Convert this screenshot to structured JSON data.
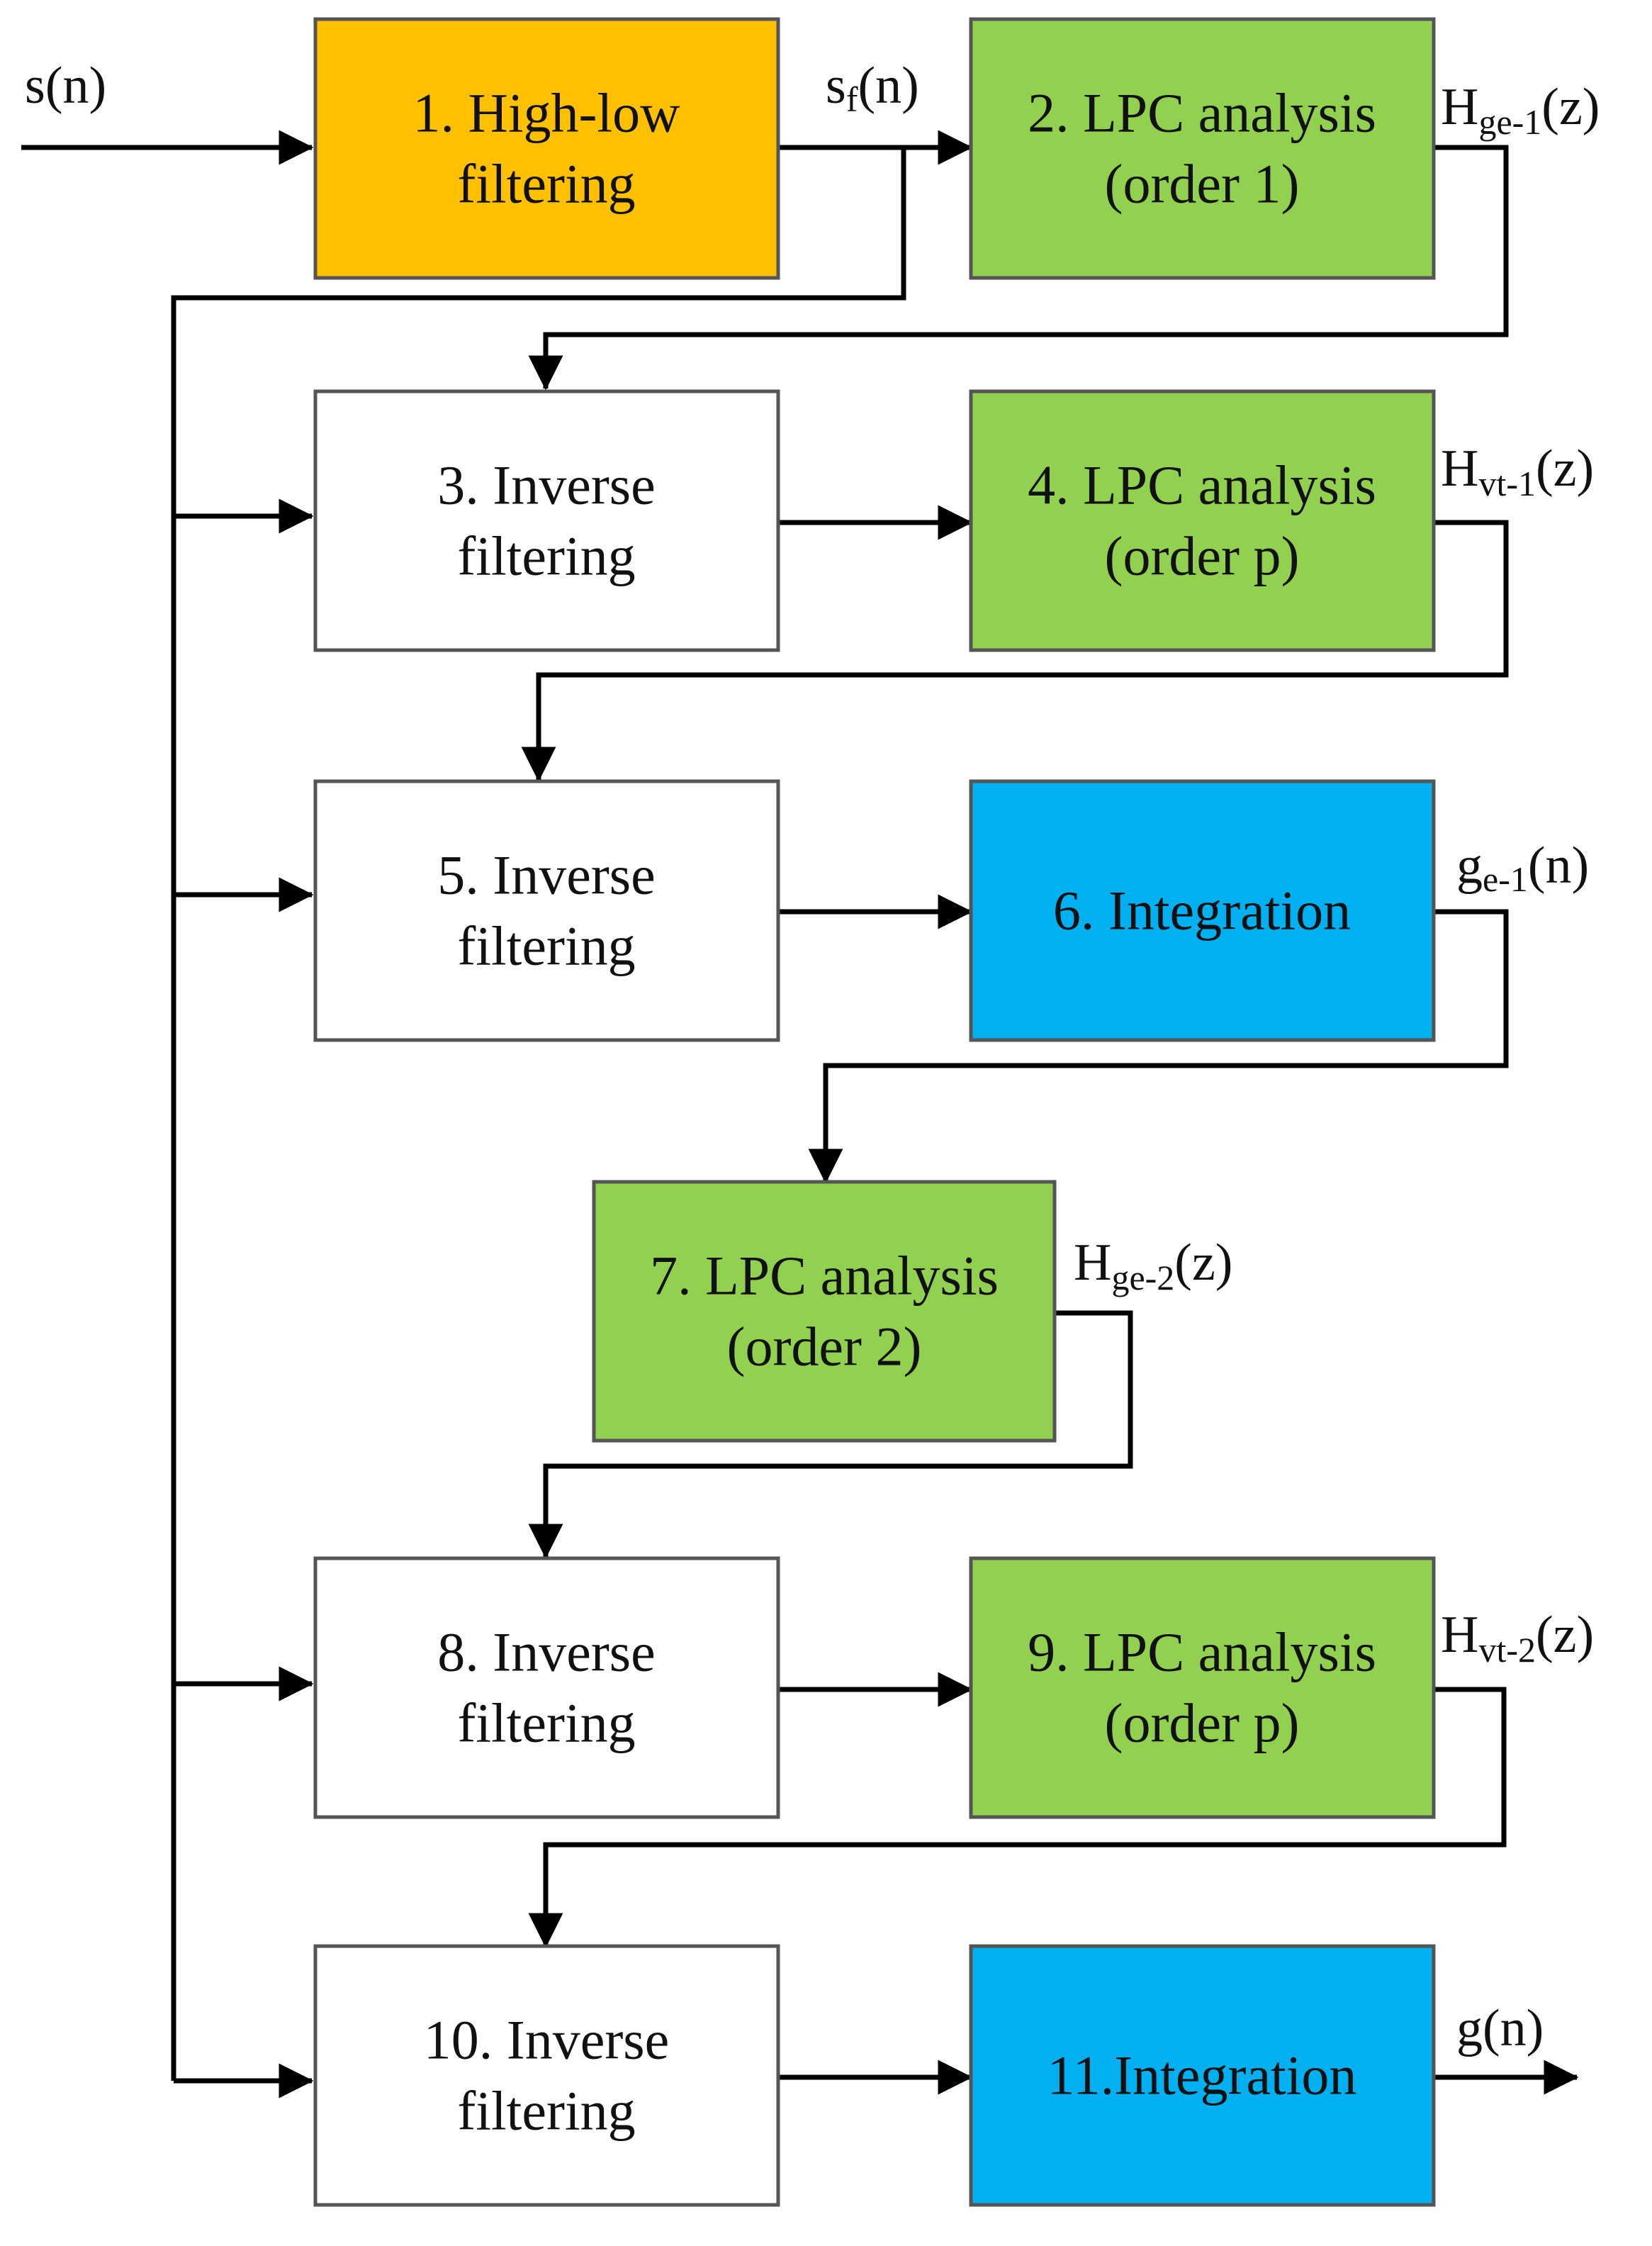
{
  "colors": {
    "orange": "#FFC000",
    "green": "#92D050",
    "blue": "#00B0F0",
    "white": "#FFFFFF",
    "line": "#000000"
  },
  "blocks": [
    {
      "id": "b1",
      "lines": [
        "1. High-low",
        "filtering"
      ],
      "fill": "orange"
    },
    {
      "id": "b2",
      "lines": [
        "2. LPC analysis",
        "(order 1)"
      ],
      "fill": "green"
    },
    {
      "id": "b3",
      "lines": [
        "3. Inverse",
        "filtering"
      ],
      "fill": "white"
    },
    {
      "id": "b4",
      "lines": [
        "4. LPC analysis",
        "(order p)"
      ],
      "fill": "green"
    },
    {
      "id": "b5",
      "lines": [
        "5. Inverse",
        "filtering"
      ],
      "fill": "white"
    },
    {
      "id": "b6",
      "lines": [
        "6. Integration"
      ],
      "fill": "blue"
    },
    {
      "id": "b7",
      "lines": [
        "7. LPC analysis",
        "(order 2)"
      ],
      "fill": "green"
    },
    {
      "id": "b8",
      "lines": [
        "8. Inverse",
        "filtering"
      ],
      "fill": "white"
    },
    {
      "id": "b9",
      "lines": [
        "9. LPC analysis",
        "(order p)"
      ],
      "fill": "green"
    },
    {
      "id": "b10",
      "lines": [
        "10. Inverse",
        "filtering"
      ],
      "fill": "white"
    },
    {
      "id": "b11",
      "lines": [
        "11.Integration"
      ],
      "fill": "blue"
    }
  ],
  "signals": {
    "input": {
      "main": "s",
      "sub": "",
      "tail": "(n)"
    },
    "filtered": {
      "main": "s",
      "sub": "f",
      "tail": "(n)"
    },
    "hge1": {
      "main": "H",
      "sub": "ge-1",
      "tail": "(z)"
    },
    "hvt1": {
      "main": "H",
      "sub": "vt-1",
      "tail": "(z)"
    },
    "ge1": {
      "main": "g",
      "sub": "e-1",
      "tail": "(n)"
    },
    "hge2": {
      "main": "H",
      "sub": "ge-2",
      "tail": "(z)"
    },
    "hvt2": {
      "main": "H",
      "sub": "vt-2",
      "tail": "(z)"
    },
    "output": {
      "main": "g",
      "sub": "",
      "tail": "(n)"
    }
  }
}
